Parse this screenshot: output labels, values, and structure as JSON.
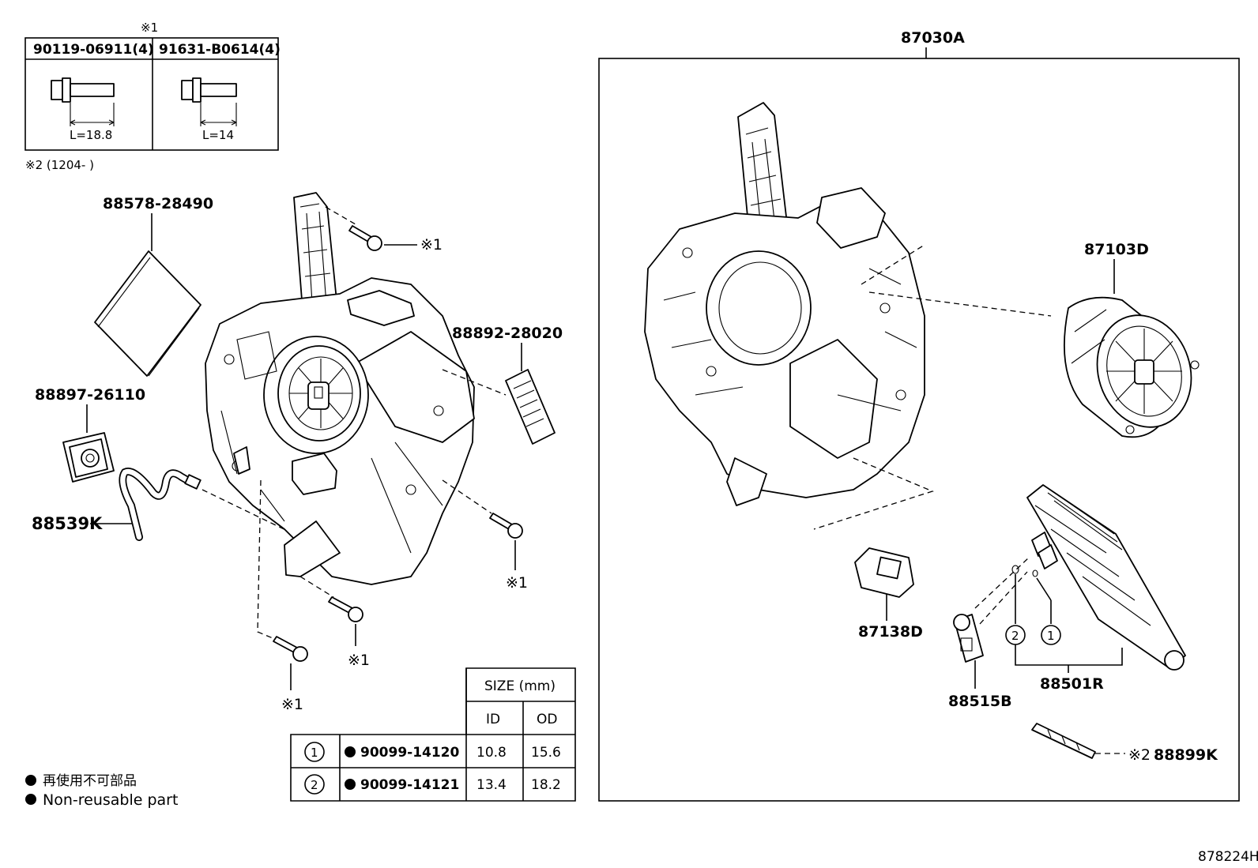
{
  "diagram_id": "878224H",
  "fastener_table": {
    "marker": "※1",
    "columns": [
      "90119-06911(4)",
      "91631-B0614(4)"
    ],
    "lengths": [
      "L=18.8",
      "L=14"
    ]
  },
  "note2": "※2 (1204-        )",
  "parts": {
    "filter": "88578-28490",
    "grommet": "88897-26110",
    "hose": "88539K",
    "cover": "88892-28020",
    "assembly": "87030A",
    "blower_motor": "87103D",
    "resistor": "87138D",
    "evaporator": "88501R",
    "expansion_valve": "88515B",
    "seal": "88899K"
  },
  "callouts": {
    "bolt": "※1",
    "seal_marker": "※2"
  },
  "oring_table": {
    "size_header": "SIZE (mm)",
    "id_header": "ID",
    "od_header": "OD",
    "rows": [
      {
        "ref": "1",
        "part": "90099-14120",
        "id": "10.8",
        "od": "15.6"
      },
      {
        "ref": "2",
        "part": "90099-14121",
        "id": "13.4",
        "od": "18.2"
      }
    ]
  },
  "legend": {
    "jp": "再使用不可部品",
    "en": "Non-reusable part"
  }
}
